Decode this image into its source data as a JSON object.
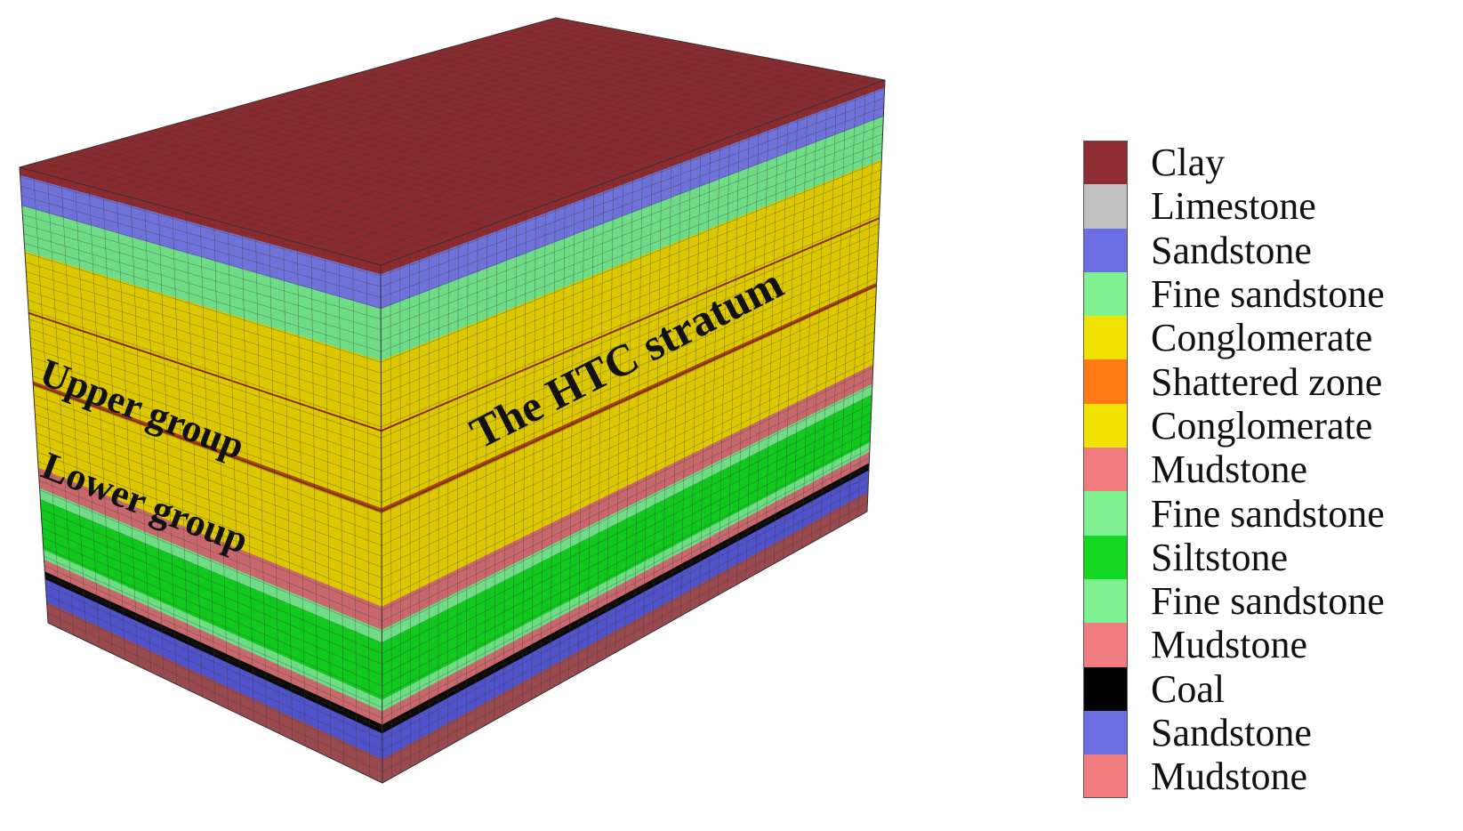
{
  "block": {
    "labels": {
      "upper_group": "Upper group",
      "lower_group": "Lower group",
      "htc_stratum": "The HTC stratum"
    },
    "grid_color": "#3a3a3a",
    "top_color": "#8b2b30",
    "layers": [
      {
        "name": "Clay",
        "color": "#8b2b30"
      },
      {
        "name": "Sandstone",
        "color": "#6f72d8"
      },
      {
        "name": "Fine sandstone",
        "color": "#6fdc86"
      },
      {
        "name": "Conglomerate",
        "color": "#ddc800"
      },
      {
        "name": "Shattered zone",
        "color": "#a24a1c"
      },
      {
        "name": "Conglomerate",
        "color": "#ddc800"
      },
      {
        "name": "Mudstone",
        "color": "#c8686c"
      },
      {
        "name": "Fine sandstone",
        "color": "#6fdc86"
      },
      {
        "name": "Siltstone",
        "color": "#11c81d"
      },
      {
        "name": "Fine sandstone",
        "color": "#6fdc86"
      },
      {
        "name": "Mudstone",
        "color": "#c8686c"
      },
      {
        "name": "Coal",
        "color": "#0a0a0a"
      },
      {
        "name": "Sandstone",
        "color": "#4f52c8"
      },
      {
        "name": "Mudstone",
        "color": "#9a4a4e"
      }
    ]
  },
  "legend": {
    "items": [
      {
        "label": "Clay",
        "color": "#8f2c33"
      },
      {
        "label": "Limestone",
        "color": "#c0c0c0"
      },
      {
        "label": "Sandstone",
        "color": "#6a6ee2"
      },
      {
        "label": "Fine sandstone",
        "color": "#7ff08f"
      },
      {
        "label": "Conglomerate",
        "color": "#f2e200"
      },
      {
        "label": "Shattered zone",
        "color": "#ff7a12"
      },
      {
        "label": "Conglomerate",
        "color": "#f2e200"
      },
      {
        "label": "Mudstone",
        "color": "#f07c80"
      },
      {
        "label": "Fine sandstone",
        "color": "#7ff08f"
      },
      {
        "label": "Siltstone",
        "color": "#14d81f"
      },
      {
        "label": "Fine sandstone",
        "color": "#7ff08f"
      },
      {
        "label": "Mudstone",
        "color": "#f07c80"
      },
      {
        "label": "Coal",
        "color": "#000000"
      },
      {
        "label": "Sandstone",
        "color": "#6a6ee2"
      },
      {
        "label": "Mudstone",
        "color": "#f07c80"
      }
    ]
  }
}
